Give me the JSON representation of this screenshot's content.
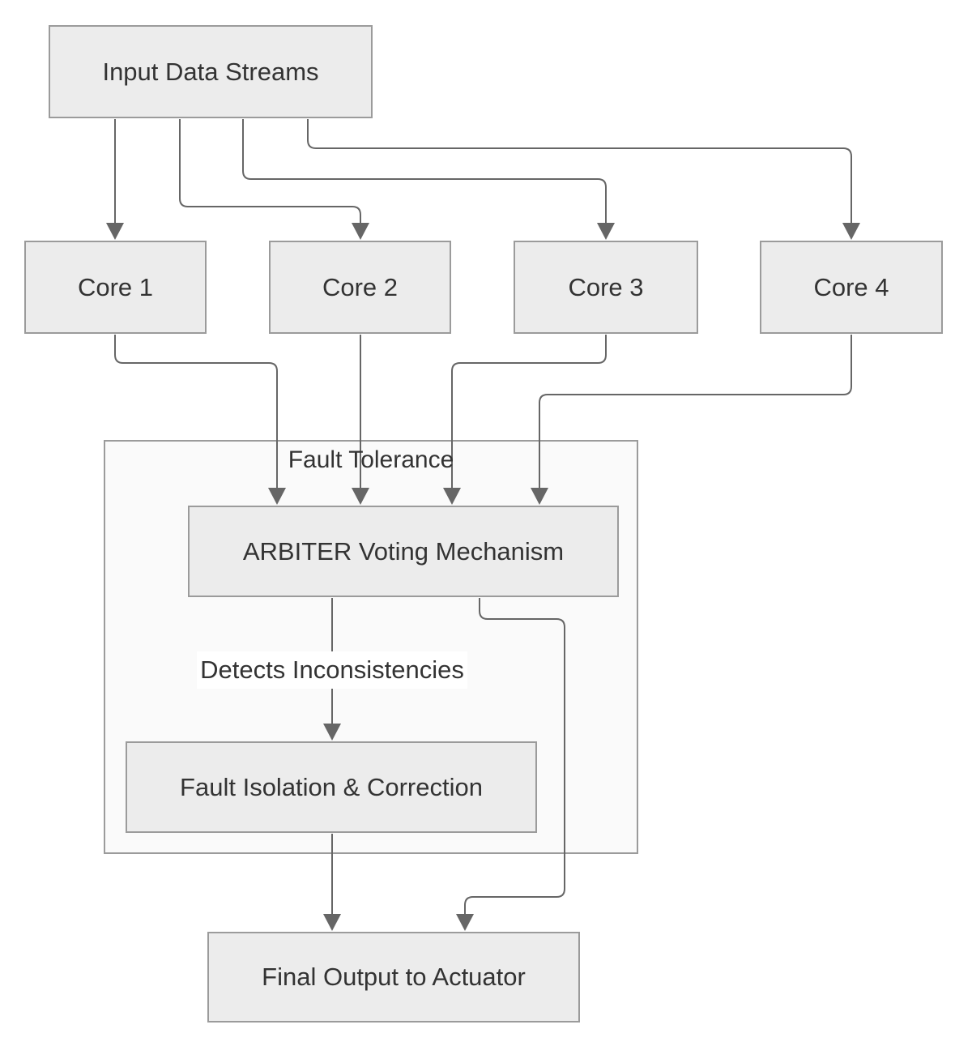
{
  "diagram": {
    "type": "flowchart",
    "direction": "top-down",
    "cluster": {
      "label": "Fault Tolerance"
    },
    "nodes": {
      "input": {
        "label": "Input Data Streams"
      },
      "core1": {
        "label": "Core 1"
      },
      "core2": {
        "label": "Core 2"
      },
      "core3": {
        "label": "Core 3"
      },
      "core4": {
        "label": "Core 4"
      },
      "arbiter": {
        "label": "ARBITER Voting Mechanism"
      },
      "isolation": {
        "label": "Fault Isolation & Correction"
      },
      "final": {
        "label": "Final Output to Actuator"
      }
    },
    "edges": [
      {
        "from": "input",
        "to": "core1",
        "label": ""
      },
      {
        "from": "input",
        "to": "core2",
        "label": ""
      },
      {
        "from": "input",
        "to": "core3",
        "label": ""
      },
      {
        "from": "input",
        "to": "core4",
        "label": ""
      },
      {
        "from": "core1",
        "to": "arbiter",
        "label": ""
      },
      {
        "from": "core2",
        "to": "arbiter",
        "label": ""
      },
      {
        "from": "core3",
        "to": "arbiter",
        "label": ""
      },
      {
        "from": "core4",
        "to": "arbiter",
        "label": ""
      },
      {
        "from": "arbiter",
        "to": "isolation",
        "label": "Detects Inconsistencies"
      },
      {
        "from": "arbiter",
        "to": "final",
        "label": ""
      },
      {
        "from": "isolation",
        "to": "final",
        "label": ""
      }
    ],
    "colors": {
      "background": "#ffffff",
      "node_fill": "#ececec",
      "node_border": "#9b9b9b",
      "cluster_fill": "#fafafa",
      "cluster_border": "#9b9b9b",
      "edge": "#666666",
      "arrowhead": "#666666",
      "text": "#333333",
      "edge_label_bg": "#ffffff"
    }
  }
}
